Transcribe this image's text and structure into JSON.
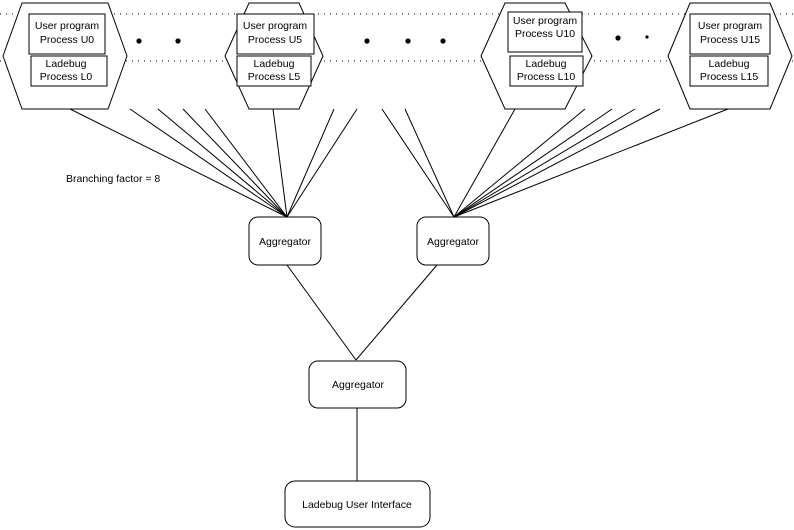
{
  "nodes": [
    {
      "id": "p0",
      "user_line1": "User program",
      "user_line2": "Process U0",
      "lade_line1": "Ladebug",
      "lade_line2": "Process L0"
    },
    {
      "id": "p5",
      "user_line1": "User program",
      "user_line2": "Process U5",
      "lade_line1": "Ladebug",
      "lade_line2": "Process L5"
    },
    {
      "id": "p10",
      "user_line1": "User program",
      "user_line2": "Process U10",
      "lade_line1": "Ladebug",
      "lade_line2": "Process L10"
    },
    {
      "id": "p15",
      "user_line1": "User program",
      "user_line2": "Process U15",
      "lade_line1": "Ladebug",
      "lade_line2": "Process L15"
    }
  ],
  "branching_label": "Branching factor = 8",
  "aggregator_label": "Aggregator",
  "ui_label": "Ladebug User Interface"
}
